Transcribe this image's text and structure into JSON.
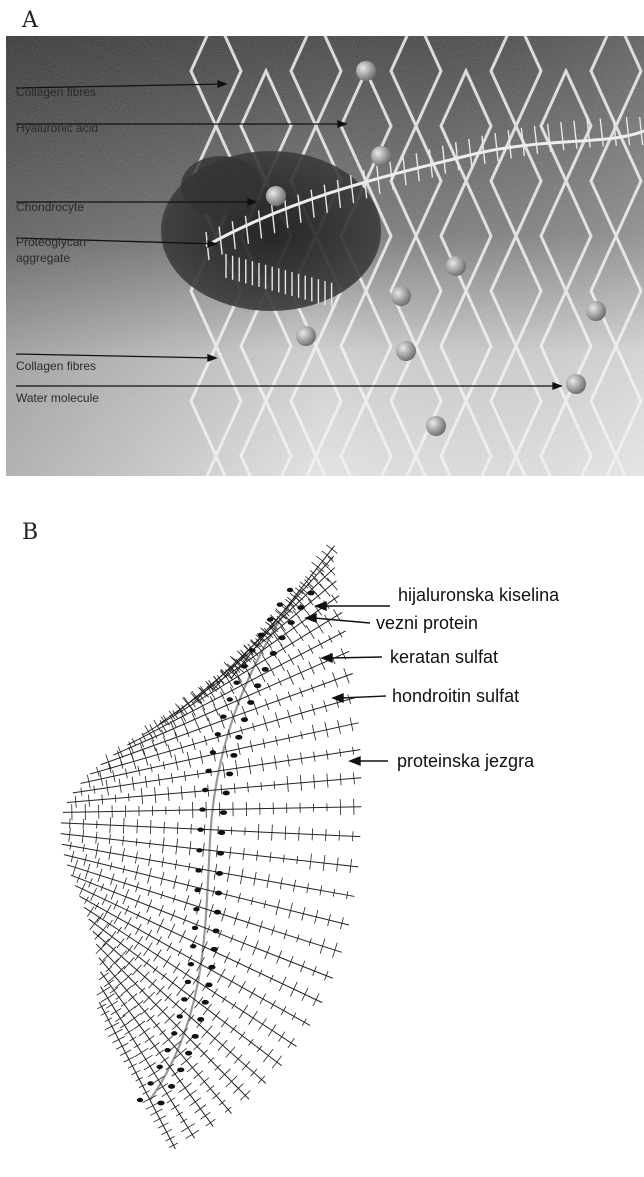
{
  "panels": {
    "a": {
      "label": "A",
      "annotations": [
        {
          "id": "collagen-fibres-top",
          "text": "Collagen fibres"
        },
        {
          "id": "hyaluronic-acid",
          "text": "Hyaluronic acid"
        },
        {
          "id": "chondrocyte",
          "text": "Chondrocyte"
        },
        {
          "id": "proteoglycan-aggregate-1",
          "text": "Proteoglycan"
        },
        {
          "id": "proteoglycan-aggregate-2",
          "text": "aggregate"
        },
        {
          "id": "collagen-fibres-bottom",
          "text": "Collagen fibres"
        },
        {
          "id": "water-molecule",
          "text": "Water molecule"
        }
      ]
    },
    "b": {
      "label": "B",
      "annotations": [
        {
          "id": "hijaluronska-kiselina",
          "text": "hijaluronska kiselina"
        },
        {
          "id": "vezni-protein",
          "text": "vezni protein"
        },
        {
          "id": "keratan-sulfat",
          "text": "keratan sulfat"
        },
        {
          "id": "hondroitin-sulfat",
          "text": "hondroitin sulfat"
        },
        {
          "id": "proteinska-jezgra",
          "text": "proteinska jezgra"
        }
      ]
    }
  },
  "colors": {
    "panel_a_dark": "#4a4a4a",
    "panel_a_light": "#e6e6e6",
    "lattice": "#f0f0f0",
    "chondrocyte": "#2b2b2b",
    "ink": "#111111"
  }
}
